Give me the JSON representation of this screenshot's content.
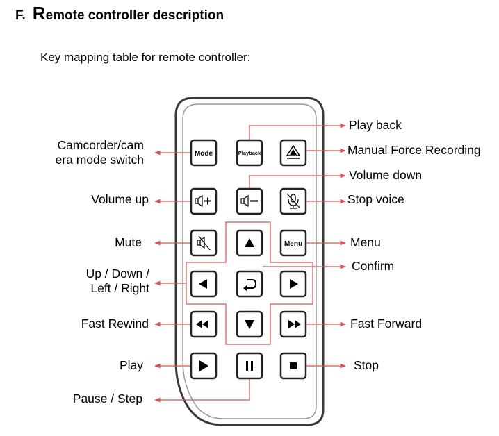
{
  "heading": {
    "letter": "F.",
    "title_first": "R",
    "title_rest": "emote controller description"
  },
  "subtitle": "Key mapping table for remote controller:",
  "keys": {
    "mode": "Mode",
    "playback": "Playback",
    "menu": "Menu"
  },
  "labels": {
    "camcorder_line1": "Camcorder/cam",
    "camcorder_line2": "era mode switch",
    "play_back": "Play back",
    "manual_force_recording": "Manual Force Recording",
    "volume_down": "Volume down",
    "volume_up": "Volume up",
    "stop_voice": "Stop voice",
    "mute": "Mute",
    "menu": "Menu",
    "confirm": "Confirm",
    "nav_line1": "Up / Down /",
    "nav_line2": "Left / Right",
    "fast_rewind": "Fast Rewind",
    "fast_forward": "Fast Forward",
    "play": "Play",
    "stop": "Stop",
    "pause_step": "Pause / Step"
  },
  "colors": {
    "arrow": "#d9534f",
    "outline": "#3a3a3a",
    "key_border": "#222222"
  },
  "icons": {
    "eject": "eject-record-icon",
    "vol_up": "speaker-plus-icon",
    "vol_down": "speaker-minus-icon",
    "mic_off": "mic-off-icon",
    "mute": "speaker-mute-icon",
    "up": "triangle-up-icon",
    "left": "triangle-left-icon",
    "right": "triangle-right-icon",
    "down": "triangle-down-icon",
    "confirm": "return-icon",
    "rewind": "rewind-icon",
    "forward": "fast-forward-icon",
    "play": "play-icon",
    "pause": "pause-icon",
    "stop": "stop-icon"
  }
}
